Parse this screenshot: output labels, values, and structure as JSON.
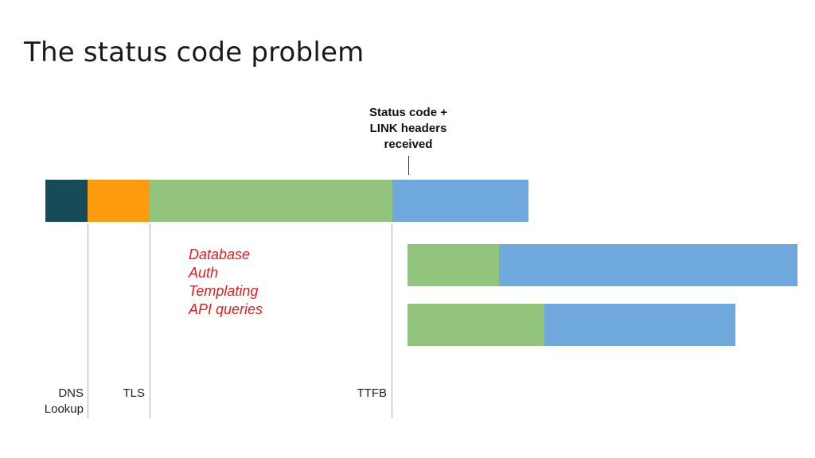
{
  "title": "The status code problem",
  "colors": {
    "dns": "#164b5a",
    "tls": "#fb9b0d",
    "server": "#93c47d",
    "download": "#6fa8dc",
    "notes": "#e02020"
  },
  "callout": {
    "lines": [
      "Status code +",
      "LINK headers",
      "received"
    ]
  },
  "server_tasks": [
    "Database",
    "Auth",
    "Templating",
    "API queries"
  ],
  "markers": {
    "dns": [
      "DNS",
      "Lookup"
    ],
    "tls": "TLS",
    "ttfb": "TTFB"
  }
}
